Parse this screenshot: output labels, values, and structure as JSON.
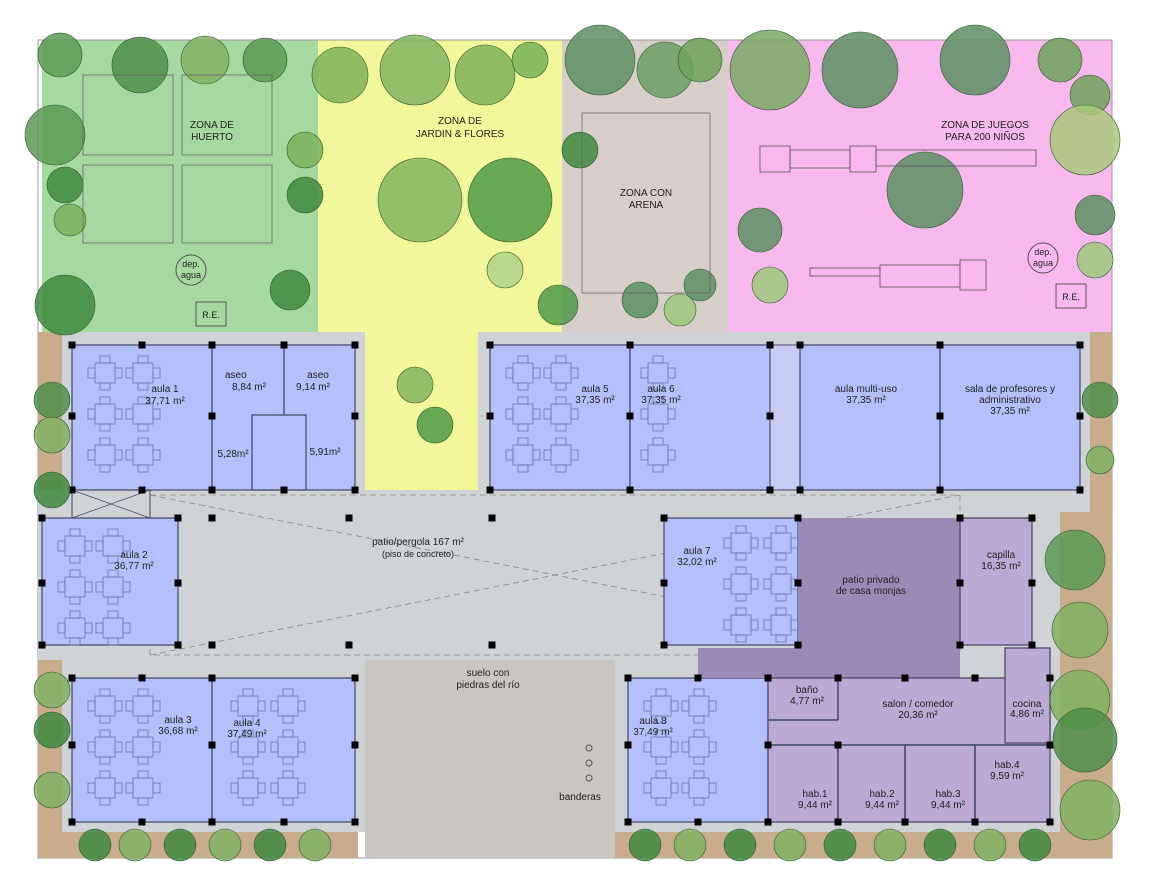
{
  "zones": {
    "huerto": "ZONA DE HUERTO",
    "huerto_l1": "ZONA DE",
    "huerto_l2": "HUERTO",
    "jardin_l1": "ZONA DE",
    "jardin_l2": "JARDIN & FLORES",
    "arena_l1": "ZONA CON",
    "arena_l2": "ARENA",
    "juegos_l1": "ZONA DE JUEGOS",
    "juegos_l2": "PARA 200 NIÑOS",
    "dep_agua_l1": "dep.",
    "dep_agua_l2": "agua",
    "re": "R.E."
  },
  "rooms": {
    "aula1": {
      "name": "aula 1",
      "area": "37,71 m²"
    },
    "aseo1": {
      "name": "aseo",
      "area": "8,84 m²"
    },
    "aseo2": {
      "name": "aseo",
      "area": "9,14 m²"
    },
    "wc1": {
      "area": "5,28m²"
    },
    "wc2": {
      "area": "5,91m²"
    },
    "aula2": {
      "name": "aula 2",
      "area": "36,77 m²"
    },
    "aula3": {
      "name": "aula 3",
      "area": "36,68 m²"
    },
    "aula4": {
      "name": "aula 4",
      "area": "37,49 m²"
    },
    "aula5": {
      "name": "aula 5",
      "area": "37,35 m²"
    },
    "aula6": {
      "name": "aula 6",
      "area": "37,35 m²"
    },
    "multiuso": {
      "name": "aula multi-uso",
      "area": "37,35 m²"
    },
    "profesores": {
      "name_l1": "sala de profesores y",
      "name_l2": "administrativo",
      "area": "37,35 m²"
    },
    "aula7": {
      "name": "aula 7",
      "area": "32,02 m²"
    },
    "aula8": {
      "name": "aula 8",
      "area": "37,49 m²"
    },
    "patio": {
      "name": "patio/pergola 167 m²",
      "note": "(piso de concreto)"
    },
    "patio_privado": {
      "l1": "patio privado",
      "l2": "de casa monjas"
    },
    "capilla": {
      "name": "capilla",
      "area": "16,35 m²"
    },
    "suelo": {
      "l1": "suelo con",
      "l2": "piedras del río"
    },
    "banderas": "banderas",
    "bano": {
      "name": "baño",
      "area": "4,77 m²"
    },
    "salon": {
      "name": "salon / comedor",
      "area": "20,36 m²"
    },
    "cocina": {
      "name": "cocina",
      "area": "4,86 m²"
    },
    "hab1": {
      "name": "hab.1",
      "area": "9,44 m²"
    },
    "hab2": {
      "name": "hab.2",
      "area": "9,44 m²"
    },
    "hab3": {
      "name": "hab.3",
      "area": "9,44 m²"
    },
    "hab4": {
      "name": "hab.4",
      "area": "9,59 m²"
    }
  },
  "colors": {
    "huerto": "#a6d9a0",
    "jardin": "#f2f79a",
    "arena": "#d8cfca",
    "juegos": "#f9b9ee",
    "classroom": "#b3c0fb",
    "residence": "#bba9d6",
    "patio_privado": "#9b8ab8",
    "building": "#d0d3d6",
    "suelo": "#c9c5c0",
    "earth": "#c8ac8c"
  }
}
